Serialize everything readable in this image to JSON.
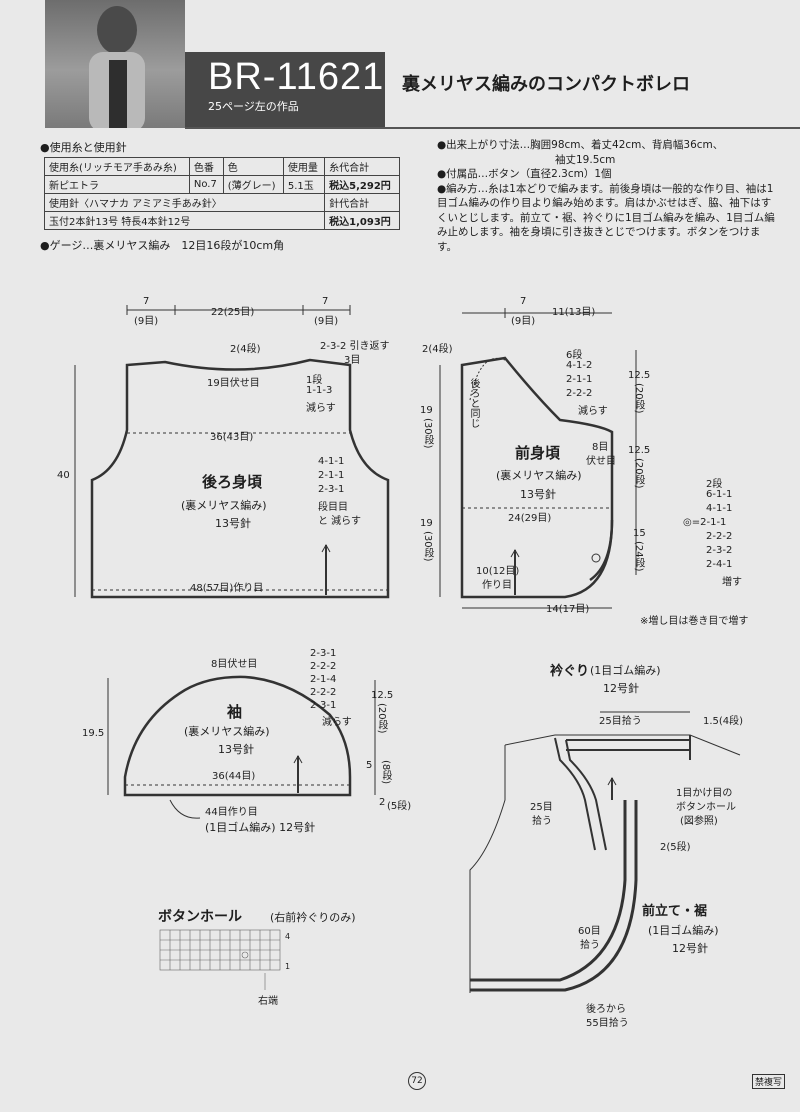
{
  "header": {
    "code": "BR-11621",
    "subref": "25ページ左の作品",
    "title": "裏メリヤス編みのコンパクトボレロ"
  },
  "yarn": {
    "heading": "●使用糸と使用針",
    "cols": [
      "使用糸(リッチモア手あみ糸)",
      "色番",
      "色",
      "使用量",
      "糸代合計"
    ],
    "row": [
      "新ピエトラ",
      "No.7",
      "(薄グレー)",
      "5.1玉",
      "税込5,292円"
    ],
    "needle_head": "使用針〈ハマナカ アミアミ手あみ針〉",
    "needle_total_head": "針代合計",
    "needle": "玉付2本針13号 特長4本針12号",
    "needle_total": "税込1,093円",
    "gauge": "●ゲージ…裏メリヤス編み　12目16段が10cm角"
  },
  "info": {
    "size": "●出来上がり寸法…胸囲98cm、着丈42cm、背肩幅36cm、",
    "size2": "袖丈19.5cm",
    "parts": "●付属品…ボタン（直径2.3cm）1個",
    "method": "●編み方…糸は1本どりで編みます。前後身頃は一般的な作り目、袖は1目ゴム編みの作り目より編み始めます。肩はかぶせはぎ、脇、袖下はすくいとじします。前立て・裾、衿ぐりに1目ゴム編みを編み、1目ゴム編み止めします。袖を身頃に引き抜きとじでつけます。ボタンをつけます。"
  },
  "back": {
    "w_left": "7",
    "w_left_s": "(9目)",
    "w_mid": "22(25目)",
    "w_right": "7",
    "w_right_s": "(9目)",
    "neck_d": "2(4段)",
    "neck_dec": "2-3-2 引き返す",
    "neck_dec2": "3目",
    "neck_bind": "19目伏せ目",
    "neck_step": "1段",
    "neck_step2": "1-1-3",
    "neck_step3": "減らす",
    "chest": "36(43目)",
    "height": "40",
    "arm": "4-1-1",
    "arm2": "2-1-1",
    "arm3": "2-3-1",
    "arm4": "段目目",
    "arm5": "と 減らす",
    "name": "後ろ身頃",
    "stitch": "(裏メリヤス編み)",
    "needle": "13号針",
    "cast": "48(57目)作り目"
  },
  "front": {
    "w1": "7",
    "w1s": "(9目)",
    "w2": "11(13目)",
    "d1": "2(4段)",
    "same": "後ろと同じ",
    "dec": "6段",
    "dec2": "4-1-2",
    "dec3": "2-1-1",
    "dec4": "2-2-2",
    "dec5": "減らす",
    "bind": "8目",
    "bind2": "伏せ目",
    "h1": "19",
    "h1s": "(30段)",
    "h2": "19",
    "h2s": "(30段)",
    "r1": "12.5",
    "r1s": "(20段)",
    "r2": "12.5",
    "r2s": "(20段)",
    "r3": "15",
    "r3s": "(24段)",
    "name": "前身頃",
    "stitch": "(裏メリヤス編み)",
    "needle": "13号針",
    "width": "24(29目)",
    "cast": "10(12目)",
    "cast2": "作り目",
    "bottom": "14(17目)",
    "inc": "2段",
    "inc2": "6-1-1",
    "inc3": "4-1-1",
    "inc4": "◎=2-1-1",
    "inc5": "2-2-2",
    "inc6": "2-3-2",
    "inc7": "2-4-1",
    "inc8": "増す",
    "note": "※増し目は巻き目で増す"
  },
  "sleeve": {
    "bind": "8目伏せ目",
    "d1": "2-3-1",
    "d2": "2-2-2",
    "d3": "2-1-4",
    "d4": "2-2-2",
    "d5": "2-3-1",
    "d6": "減らす",
    "h": "19.5",
    "r1": "12.5",
    "r1s": "(20段)",
    "r2": "5",
    "r2s": "(8段)",
    "r3": "2",
    "r3s": "(5段)",
    "name": "袖",
    "stitch": "(裏メリヤス編み)",
    "needle": "13号針",
    "width": "36(44目)",
    "cast": "44目作り目",
    "cast2": "(1目ゴム編み) 12号針"
  },
  "neck": {
    "title": "衿ぐり",
    "title2": "(1目ゴム編み)",
    "needle": "12号針",
    "pick": "25目拾う",
    "h": "1.5(4段)",
    "pick2": "25目",
    "pick2b": "拾う",
    "bh": "1目かけ目の",
    "bh2": "ボタンホール",
    "bh3": "(図参照)",
    "d": "2(5段)",
    "band": "前立て・裾",
    "band2": "(1目ゴム編み)",
    "band3": "12号針",
    "p60": "60目",
    "p60b": "拾う",
    "p55": "後ろから",
    "p55b": "55目拾う"
  },
  "buttonhole": {
    "title": "ボタンホール",
    "title2": "(右前衿ぐりのみ)",
    "row4": "4",
    "row1": "1",
    "edge": "右端"
  },
  "footer": {
    "page": "72",
    "copy": "禁複写"
  }
}
